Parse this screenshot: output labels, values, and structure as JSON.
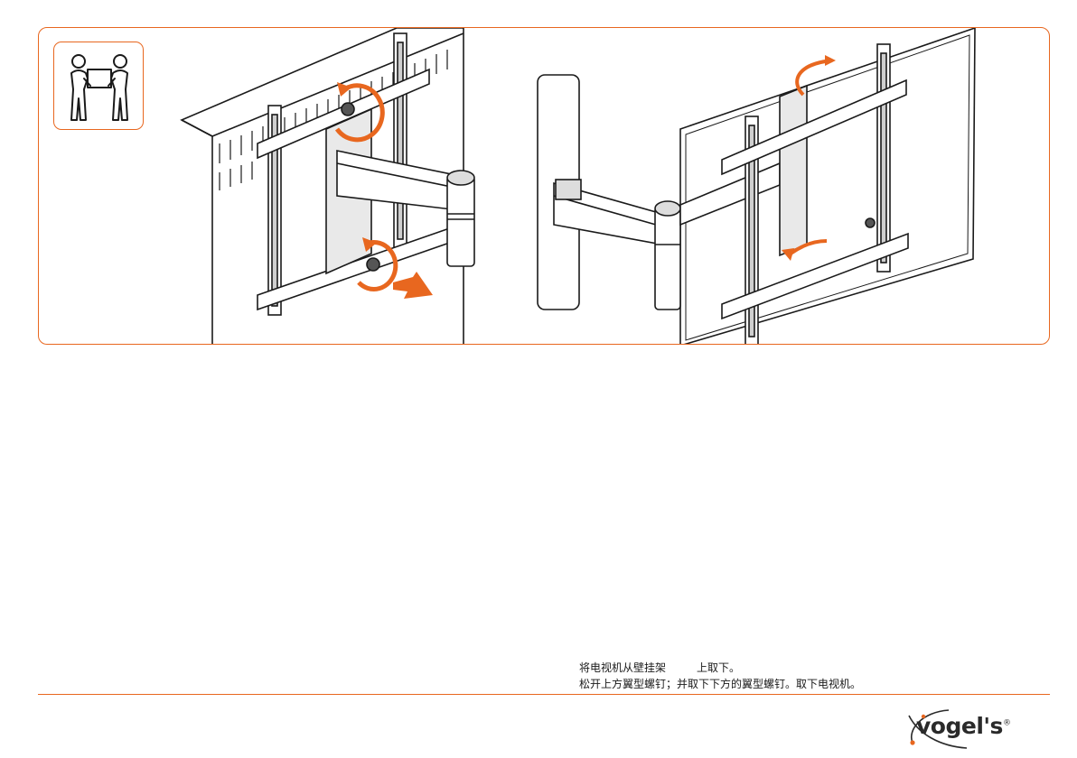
{
  "instructions": {
    "line1_part1": "将电视机从壁挂架",
    "line1_part2": "上取下。",
    "line2": "松开上方翼型螺钉；并取下下方的翼型螺钉。取下电视机。"
  },
  "brand": {
    "logo_text": "vogel's",
    "registered_mark": "®"
  },
  "colors": {
    "accent": "#e8671f",
    "line": "#1a1a1a",
    "fill_gray": "#e4e4e4"
  }
}
